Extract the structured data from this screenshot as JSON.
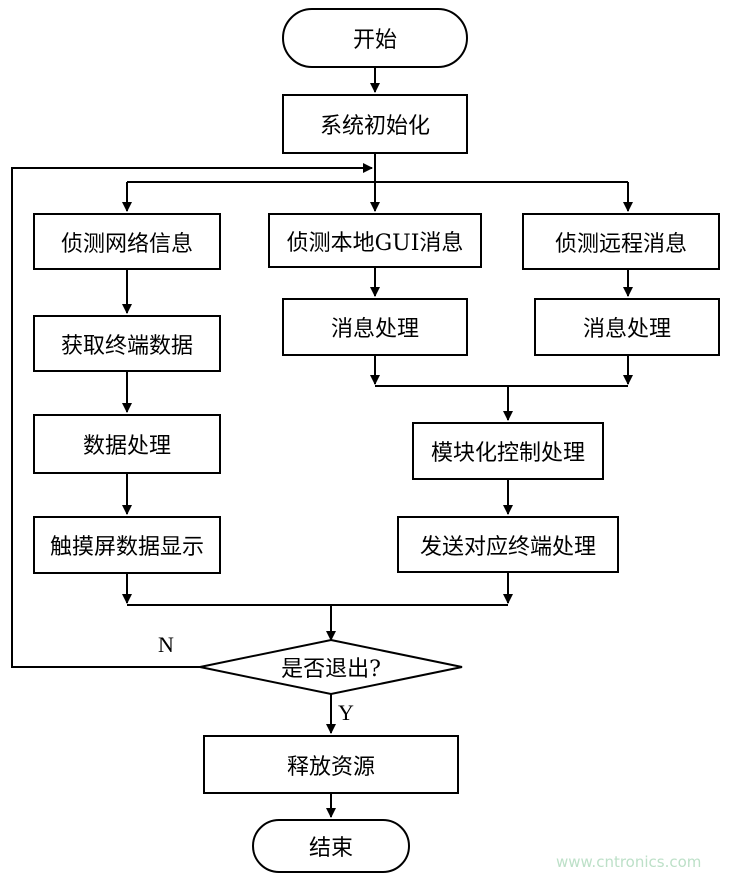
{
  "nodes": {
    "start": "开始",
    "init": "系统初始化",
    "detect_network": "侦测网络信息",
    "detect_local_gui": "侦测本地GUI消息",
    "detect_remote": "侦测远程消息",
    "get_terminal_data": "获取终端数据",
    "msg_process_local": "消息处理",
    "msg_process_remote": "消息处理",
    "data_process": "数据处理",
    "module_control": "模块化控制处理",
    "touchscreen_display": "触摸屏数据显示",
    "send_terminal": "发送对应终端处理",
    "exit_decision": "是否退出?",
    "release": "释放资源",
    "end": "结束"
  },
  "edge_labels": {
    "no": "N",
    "yes": "Y"
  },
  "watermark": "www.cntronics.com"
}
